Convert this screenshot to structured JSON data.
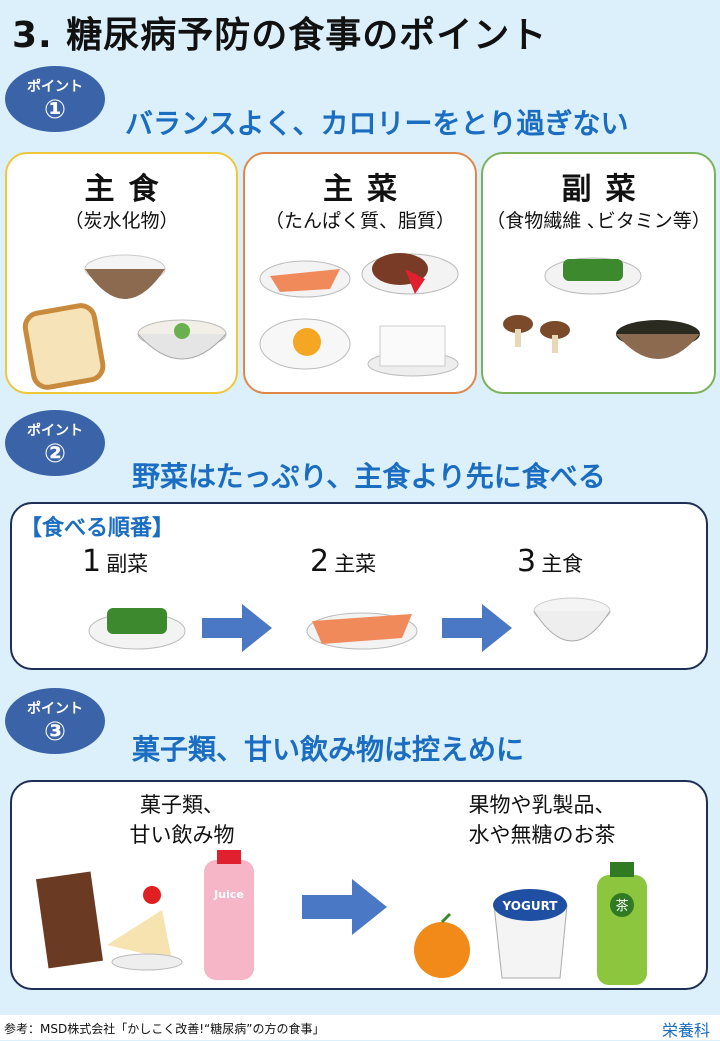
{
  "title": "3. 糖尿病予防の食事のポイント",
  "points": [
    {
      "badge": "ポイント",
      "num": "①",
      "headline": "バランスよく、カロリーをとり過ぎない"
    },
    {
      "badge": "ポイント",
      "num": "②",
      "headline": "野菜はたっぷり、主食より先に食べる"
    },
    {
      "badge": "ポイント",
      "num": "③",
      "headline": "菓子類、甘い飲み物は控えめに"
    }
  ],
  "food_groups": [
    {
      "name": "主食",
      "desc": "（炭水化物）",
      "color": "#f0c63a"
    },
    {
      "name": "主菜",
      "desc": "（たんぱく質、脂質）",
      "color": "#e0874a"
    },
    {
      "name": "副菜",
      "desc": "（食物繊維 ､ビタミン等）",
      "color": "#7ab25a"
    }
  ],
  "order": {
    "label": "【食べる順番】",
    "steps": [
      {
        "num": "1",
        "name": "副菜"
      },
      {
        "num": "2",
        "name": "主菜"
      },
      {
        "num": "3",
        "name": "主食"
      }
    ]
  },
  "sweets": {
    "avoid": [
      "菓子類、",
      "甘い飲み物"
    ],
    "prefer": [
      "果物や乳製品、",
      "水や無糖のお茶"
    ],
    "juice_label": "Juice",
    "yogurt_label": "YOGURT",
    "tea_label": "茶"
  },
  "footer": {
    "source": "参考：MSD株式会社「かしこく改善!“糖尿病”の方の食事」",
    "dept": "栄養科"
  },
  "colors": {
    "accent": "#1b6dc1",
    "badge": "#3b63a8",
    "arrow": "#4a78c4"
  }
}
